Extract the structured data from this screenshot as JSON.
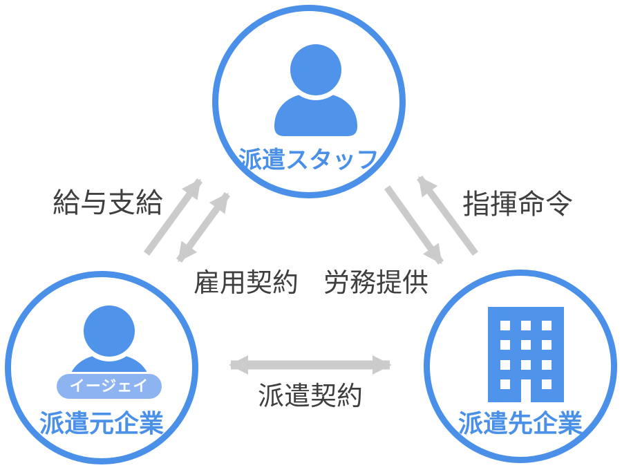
{
  "diagram": {
    "title": "temporary-staffing-relationship-triangle",
    "colors": {
      "primary_blue": "#4a90e8",
      "icon_blue": "#4f93ea",
      "badge_blue": "#8db4f1",
      "arrow_gray": "#cbcbcb",
      "label_gray": "#3f3f42",
      "background": "#ffffff"
    },
    "nodes": {
      "staff": {
        "label": "派遣スタッフ",
        "icon": "person-icon"
      },
      "agency": {
        "label": "派遣元企業",
        "icon": "person-icon",
        "badge": "イージェイ"
      },
      "client": {
        "label": "派遣先企業",
        "icon": "building-icon"
      }
    },
    "relations": {
      "salary": {
        "label": "給与支給",
        "from": "agency",
        "to": "staff",
        "bidirectional": false
      },
      "employment": {
        "label": "雇用契約",
        "from": "agency",
        "to": "staff",
        "bidirectional": true
      },
      "command": {
        "label": "指揮命令",
        "from": "client",
        "to": "staff",
        "bidirectional": false
      },
      "labor": {
        "label": "労務提供",
        "from": "staff",
        "to": "client",
        "bidirectional": false
      },
      "dispatch": {
        "label": "派遣契約",
        "from": "agency",
        "to": "client",
        "bidirectional": true
      }
    }
  }
}
